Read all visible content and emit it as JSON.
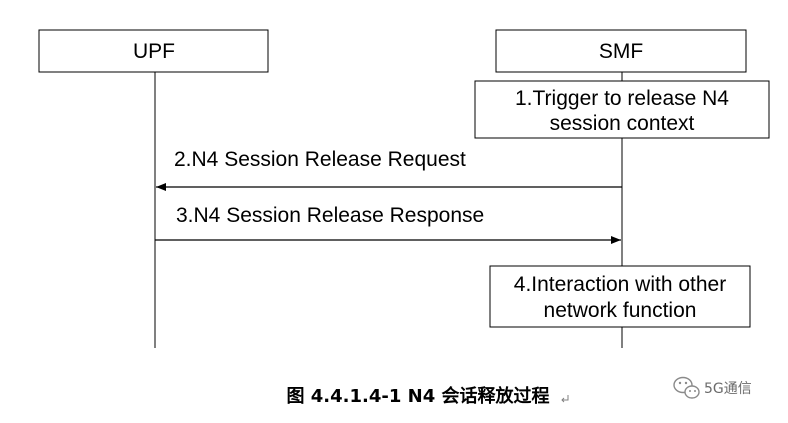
{
  "participants": {
    "upf": {
      "label": "UPF"
    },
    "smf": {
      "label": "SMF"
    }
  },
  "steps": {
    "trigger": {
      "line1": "1.Trigger to release N4",
      "line2": "session context"
    },
    "request": {
      "label": "2.N4 Session Release Request"
    },
    "response": {
      "label": "3.N4 Session Release Response"
    },
    "interaction": {
      "line1": "4.Interaction with other",
      "line2": "network function"
    }
  },
  "caption": {
    "text": "图 4.4.1.4-1 N4 会话释放过程"
  },
  "watermark": {
    "text": "5G通信",
    "icon": "wechat-icon"
  },
  "colors": {
    "line": "#000000",
    "watermark": "#6b6b6b"
  }
}
